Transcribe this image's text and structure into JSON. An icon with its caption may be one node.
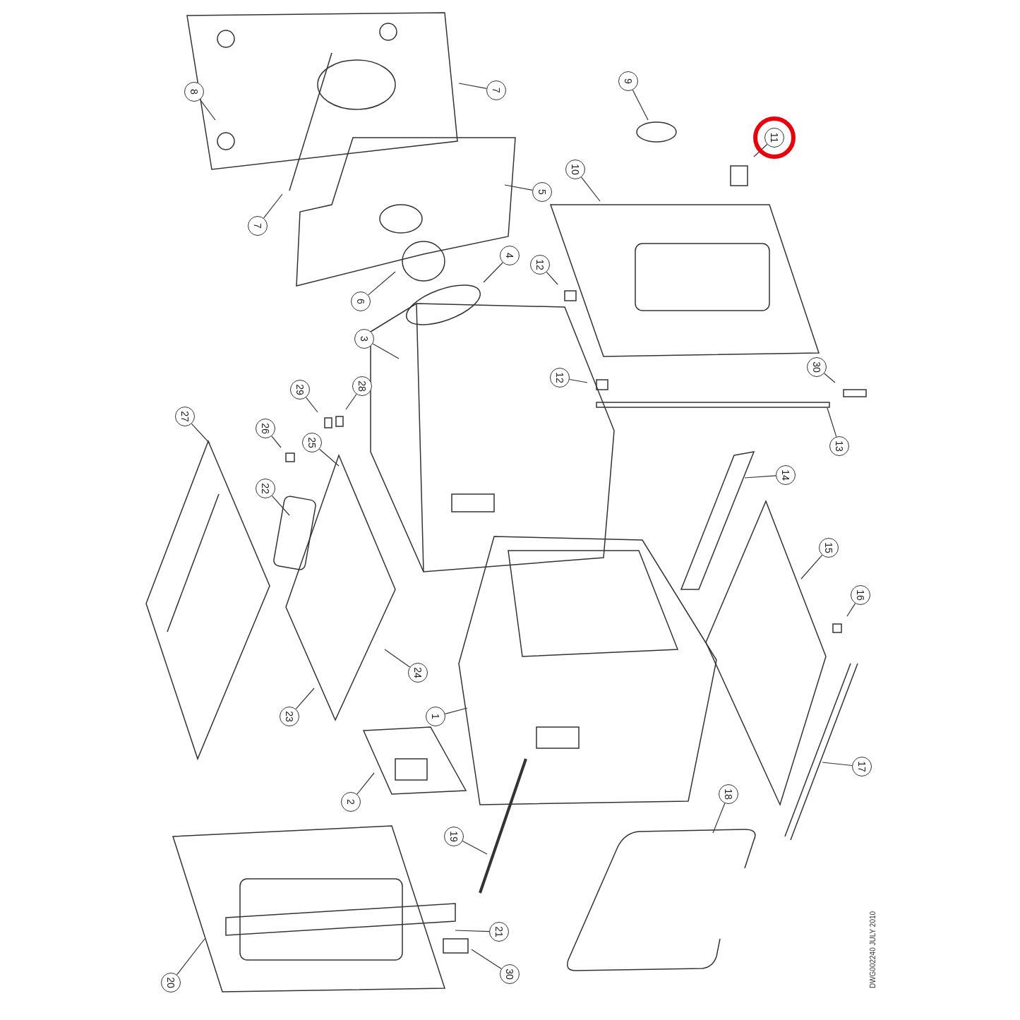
{
  "diagram": {
    "nodes": [
      {
        "text": [
          "8"
        ]
      },
      {
        "text": [
          "7"
        ]
      },
      {
        "text": [
          "9"
        ]
      },
      {
        "text": [
          "11"
        ]
      },
      {
        "text": [
          "10"
        ]
      },
      {
        "text": [
          "5"
        ]
      },
      {
        "text": [
          "7"
        ]
      },
      {
        "text": [
          "4"
        ]
      },
      {
        "text": [
          "12"
        ]
      },
      {
        "text": [
          "6"
        ]
      },
      {
        "text": [
          "3"
        ]
      },
      {
        "text": [
          "30"
        ]
      },
      {
        "text": [
          "12"
        ]
      },
      {
        "text": [
          "29"
        ]
      },
      {
        "text": [
          "28"
        ]
      },
      {
        "text": [
          "27"
        ]
      },
      {
        "text": [
          "26"
        ]
      },
      {
        "text": [
          "25"
        ]
      },
      {
        "text": [
          "13"
        ]
      },
      {
        "text": [
          "14"
        ]
      },
      {
        "text": [
          "22"
        ]
      },
      {
        "text": [
          "15"
        ]
      },
      {
        "text": [
          "16"
        ]
      },
      {
        "text": [
          "24"
        ]
      },
      {
        "text": [
          "1"
        ]
      },
      {
        "text": [
          "23"
        ]
      },
      {
        "text": [
          "17"
        ]
      },
      {
        "text": [
          "2"
        ]
      },
      {
        "text": [
          "18"
        ]
      },
      {
        "text": [
          "19"
        ]
      },
      {
        "text": [
          "21"
        ]
      },
      {
        "text": [
          "20"
        ]
      },
      {
        "text": [
          "30"
        ]
      }
    ],
    "edges": [
      {
        "from": 0,
        "to": null,
        "arrow": "none"
      },
      {
        "from": 1,
        "to": null,
        "arrow": "none"
      },
      {
        "from": 2,
        "to": null,
        "arrow": "none"
      },
      {
        "from": 3,
        "to": null,
        "arrow": "none"
      },
      {
        "from": 4,
        "to": null,
        "arrow": "none"
      },
      {
        "from": 5,
        "to": null,
        "arrow": "none"
      },
      {
        "from": 6,
        "to": null,
        "arrow": "none"
      },
      {
        "from": 7,
        "to": null,
        "arrow": "none"
      },
      {
        "from": 8,
        "to": null,
        "arrow": "none"
      },
      {
        "from": 9,
        "to": null,
        "arrow": "none"
      },
      {
        "from": 10,
        "to": null,
        "arrow": "none"
      },
      {
        "from": 11,
        "to": null,
        "arrow": "none"
      },
      {
        "from": 12,
        "to": null,
        "arrow": "none"
      },
      {
        "from": 13,
        "to": null,
        "arrow": "none"
      },
      {
        "from": 14,
        "to": null,
        "arrow": "none"
      },
      {
        "from": 15,
        "to": null,
        "arrow": "none"
      },
      {
        "from": 16,
        "to": null,
        "arrow": "none"
      },
      {
        "from": 17,
        "to": null,
        "arrow": "none"
      },
      {
        "from": 18,
        "to": null,
        "arrow": "none"
      },
      {
        "from": 19,
        "to": null,
        "arrow": "none"
      },
      {
        "from": 20,
        "to": null,
        "arrow": "none"
      },
      {
        "from": 21,
        "to": null,
        "arrow": "none"
      },
      {
        "from": 22,
        "to": null,
        "arrow": "none"
      },
      {
        "from": 23,
        "to": null,
        "arrow": "none"
      },
      {
        "from": 24,
        "to": null,
        "arrow": "none"
      },
      {
        "from": 25,
        "to": null,
        "arrow": "none"
      },
      {
        "from": 26,
        "to": null,
        "arrow": "none"
      },
      {
        "from": 27,
        "to": null,
        "arrow": "none"
      },
      {
        "from": 28,
        "to": null,
        "arrow": "none"
      },
      {
        "from": 29,
        "to": null,
        "arrow": "none"
      },
      {
        "from": 30,
        "to": null,
        "arrow": "none"
      },
      {
        "from": 31,
        "to": null,
        "arrow": "none"
      },
      {
        "from": 32,
        "to": null,
        "arrow": "none"
      }
    ],
    "labels": [
      "DWG002240 JULY 2010"
    ]
  }
}
